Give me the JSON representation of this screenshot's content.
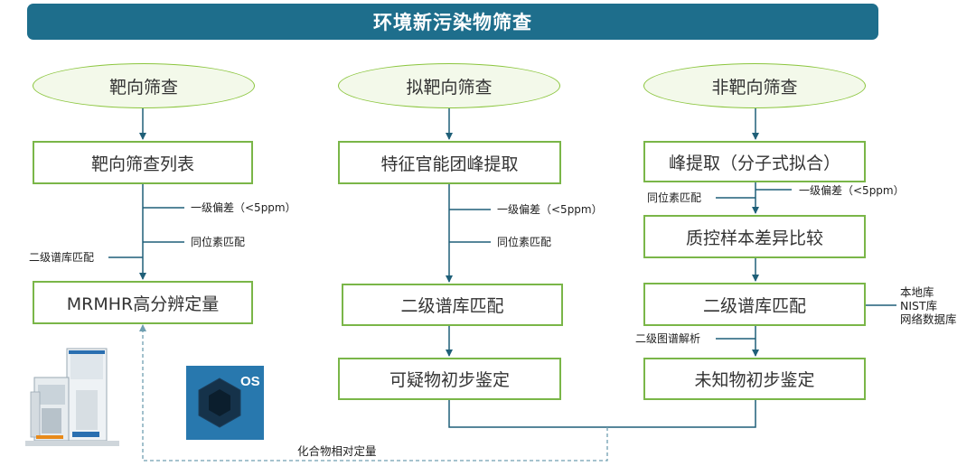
{
  "title": "环境新污染物筛查",
  "columns": [
    {
      "header": "靶向筛查",
      "steps": [
        "靶向筛查列表",
        "MRMHR高分辨定量"
      ],
      "labels": [
        "一级偏差（<5ppm）",
        "同位素匹配",
        "二级谱库匹配"
      ]
    },
    {
      "header": "拟靶向筛查",
      "steps": [
        "特征官能团峰提取",
        "二级谱库匹配",
        "可疑物初步鉴定"
      ],
      "labels": [
        "一级偏差（<5ppm）",
        "同位素匹配"
      ]
    },
    {
      "header": "非靶向筛查",
      "steps": [
        "峰提取（分子式拟合）",
        "质控样本差异比较",
        "二级谱库匹配",
        "未知物初步鉴定"
      ],
      "labels": [
        "同位素匹配",
        "一级偏差（<5ppm）",
        "二级图谱解析"
      ],
      "libraries": [
        "本地库",
        "NIST库",
        "网络数据库"
      ]
    }
  ],
  "feedback_label": "化合物相对定量",
  "logo_text": "OS",
  "colors": {
    "banner": "#1e6e8c",
    "box_border": "#7ab648",
    "oval_border": "#8cc63f",
    "arrow": "#1f5f78",
    "dashed": "#6f9fb1"
  }
}
